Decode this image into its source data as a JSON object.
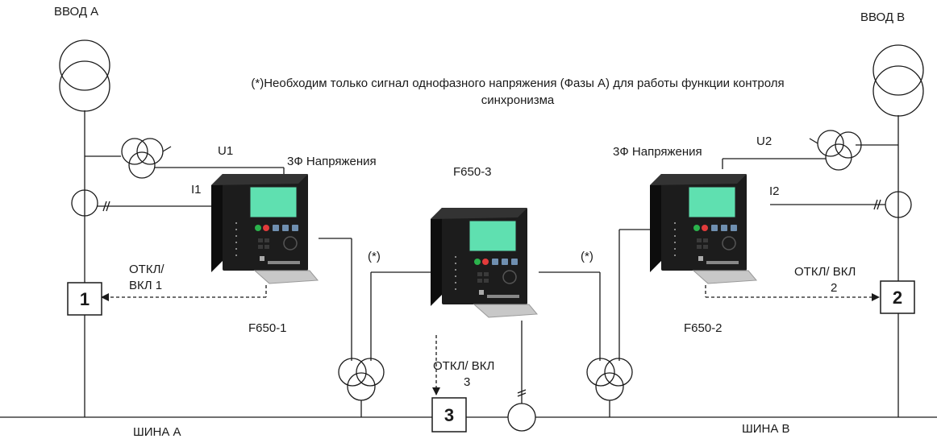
{
  "labels": {
    "input_a": "ВВОД А",
    "input_b": "ВВОД В",
    "bus_a": "ШИНА А",
    "bus_b": "ШИНА В",
    "note_line1": "(*)Необходим только сигнал однофазного напряжения (Фазы А) для работы функции контроля",
    "note_line2": "синхронизма",
    "u1": "U1",
    "u2": "U2",
    "i1": "I1",
    "i2": "I2",
    "three_phase_left": "3Ф Напряжения",
    "three_phase_right": "3Ф Напряжения",
    "star_left": "(*)",
    "star_right": "(*)"
  },
  "relays": {
    "relay1_name": "F650-1",
    "relay2_name": "F650-2",
    "relay3_name": "F650-3"
  },
  "breakers": {
    "b1_num": "1",
    "b2_num": "2",
    "b3_num": "3",
    "b1_cmd_line1": "ОТКЛ/",
    "b1_cmd_line2": "ВКЛ 1",
    "b2_cmd_line1": "ОТКЛ/ ВКЛ",
    "b2_cmd_line2": "2",
    "b3_cmd_line1": "ОТКЛ/ ВКЛ",
    "b3_cmd_line2": "3"
  },
  "colors": {
    "line": "#1a1a1a",
    "relay_body": "#1c1c1c",
    "relay_screen": "#5fe0b0",
    "relay_base": "#c8c8c8",
    "btn_green": "#2bb24c",
    "btn_red": "#e23b3b",
    "btn_blue": "#6f8fb0"
  }
}
